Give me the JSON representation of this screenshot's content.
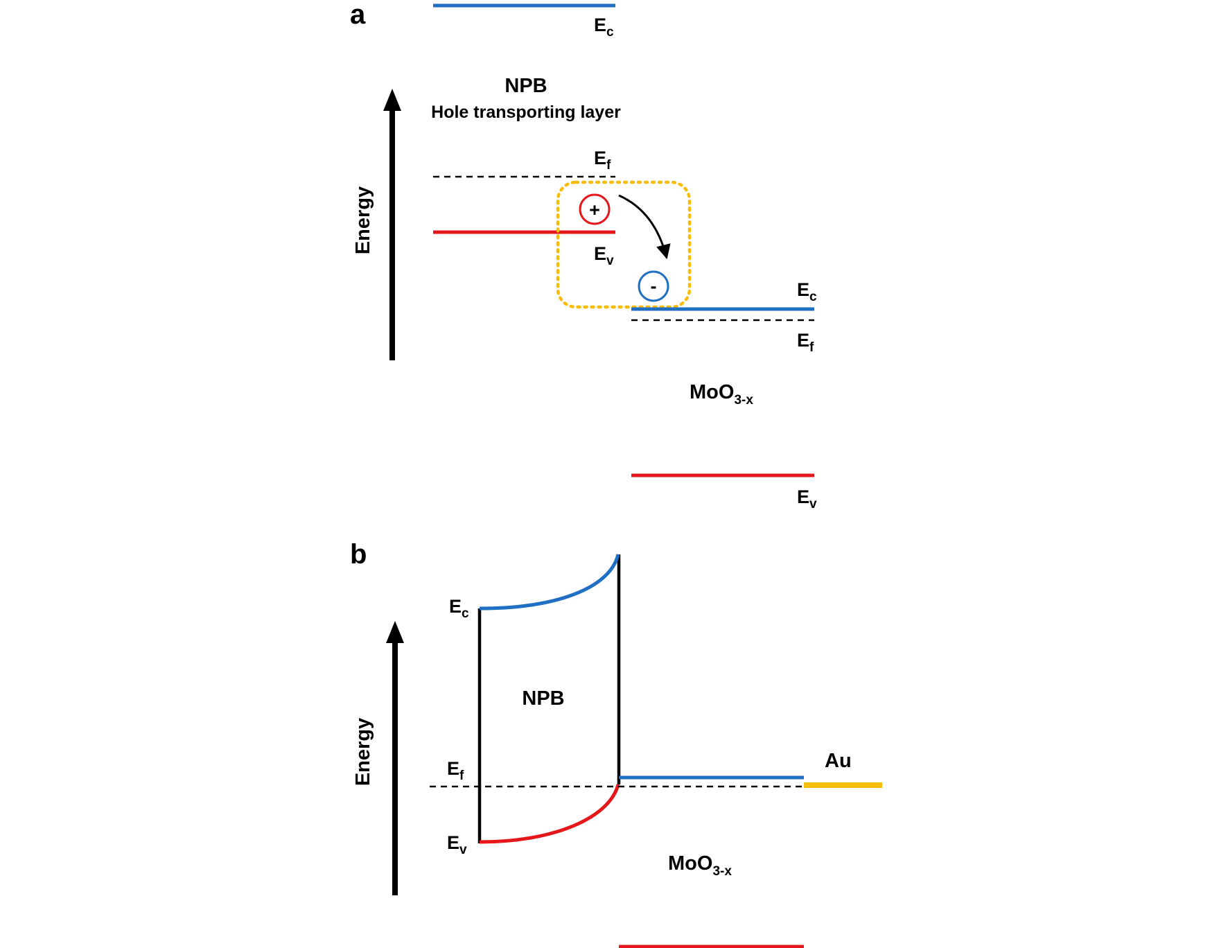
{
  "colors": {
    "conduction": "#1f6fc4",
    "valence": "#e5171b",
    "fermi": "#000000",
    "au": "#f7bd08",
    "highlight_box": "#f7bd08",
    "hole": "#e5171b",
    "electron": "#1f6fc4"
  },
  "panel_a": {
    "label": "a",
    "axis_label": "Energy",
    "npb_title": "NPB",
    "npb_subtitle": "Hole transporting layer",
    "npb_ec": {
      "main": "E",
      "sub": "c"
    },
    "npb_ef": {
      "main": "E",
      "sub": "f"
    },
    "npb_ev": {
      "main": "E",
      "sub": "v"
    },
    "moo_ec": {
      "main": "E",
      "sub": "c"
    },
    "moo_ef": {
      "main": "E",
      "sub": "f"
    },
    "moo_ev": {
      "main": "E",
      "sub": "v"
    },
    "moo_label": {
      "main": "MoO",
      "sub": "3-x"
    },
    "hole_symbol": "+",
    "electron_symbol": "-"
  },
  "panel_b": {
    "label": "b",
    "axis_label": "Energy",
    "npb_label": "NPB",
    "ec": {
      "main": "E",
      "sub": "c"
    },
    "ef": {
      "main": "E",
      "sub": "f"
    },
    "ev": {
      "main": "E",
      "sub": "v"
    },
    "moo_label": {
      "main": "MoO",
      "sub": "3-x"
    },
    "au_label": "Au"
  }
}
